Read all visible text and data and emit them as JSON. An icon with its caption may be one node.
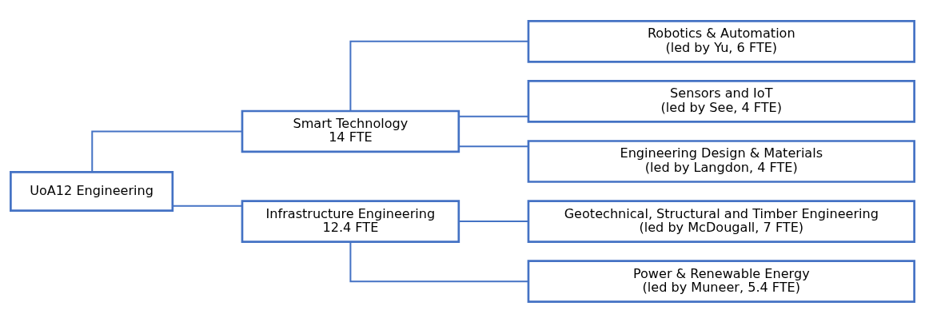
{
  "diagram": {
    "nodes": [
      {
        "text": [
          "UoA12 Engineering"
        ]
      },
      {
        "text": [
          "Smart Technology",
          "14 FTE"
        ]
      },
      {
        "text": [
          "Infrastructure Engineering",
          "12.4 FTE"
        ]
      },
      {
        "text": [
          "Robotics & Automation",
          "(led by Yu, 6 FTE)"
        ]
      },
      {
        "text": [
          "Sensors and IoT",
          "(led by See, 4 FTE)"
        ]
      },
      {
        "text": [
          "Engineering Design & Materials",
          "(led by Langdon, 4 FTE)"
        ]
      },
      {
        "text": [
          "Geotechnical, Structural and Timber Engineering",
          "(led by McDougall, 7 FTE)"
        ]
      },
      {
        "text": [
          "Power & Renewable Energy",
          "(led by Muneer, 5.4 FTE)"
        ]
      }
    ],
    "edges": [
      {
        "from": 0,
        "to": 1,
        "arrow": "none"
      },
      {
        "from": 0,
        "to": 2,
        "arrow": "none"
      },
      {
        "from": 1,
        "to": 3,
        "arrow": "none"
      },
      {
        "from": 1,
        "to": 4,
        "arrow": "none"
      },
      {
        "from": 1,
        "to": 5,
        "arrow": "none"
      },
      {
        "from": 2,
        "to": 6,
        "arrow": "none"
      },
      {
        "from": 2,
        "to": 7,
        "arrow": "none"
      }
    ]
  }
}
